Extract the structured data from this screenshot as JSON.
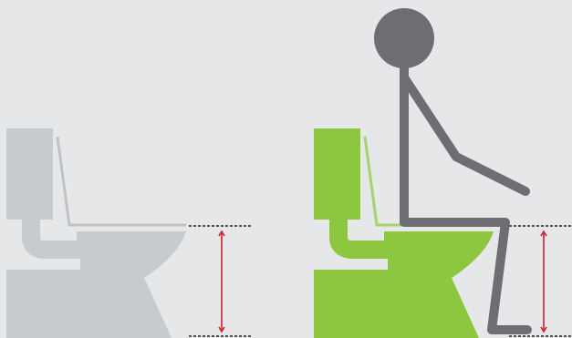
{
  "colors": {
    "background": "#e6e7e8",
    "standard_toilet": "#c8cbce",
    "standard_seat_line": "#c0c3c6",
    "raised_toilet": "#8dc63f",
    "raised_seat_line": "#a6d36a",
    "person": "#6d6e71",
    "measure_arrow": "#d0202e",
    "dotted_line": "#231f20"
  },
  "figures": [
    {
      "name": "standard-toilet",
      "variant": "standard"
    },
    {
      "name": "raised-toilet",
      "variant": "raised",
      "with_person": true
    }
  ]
}
